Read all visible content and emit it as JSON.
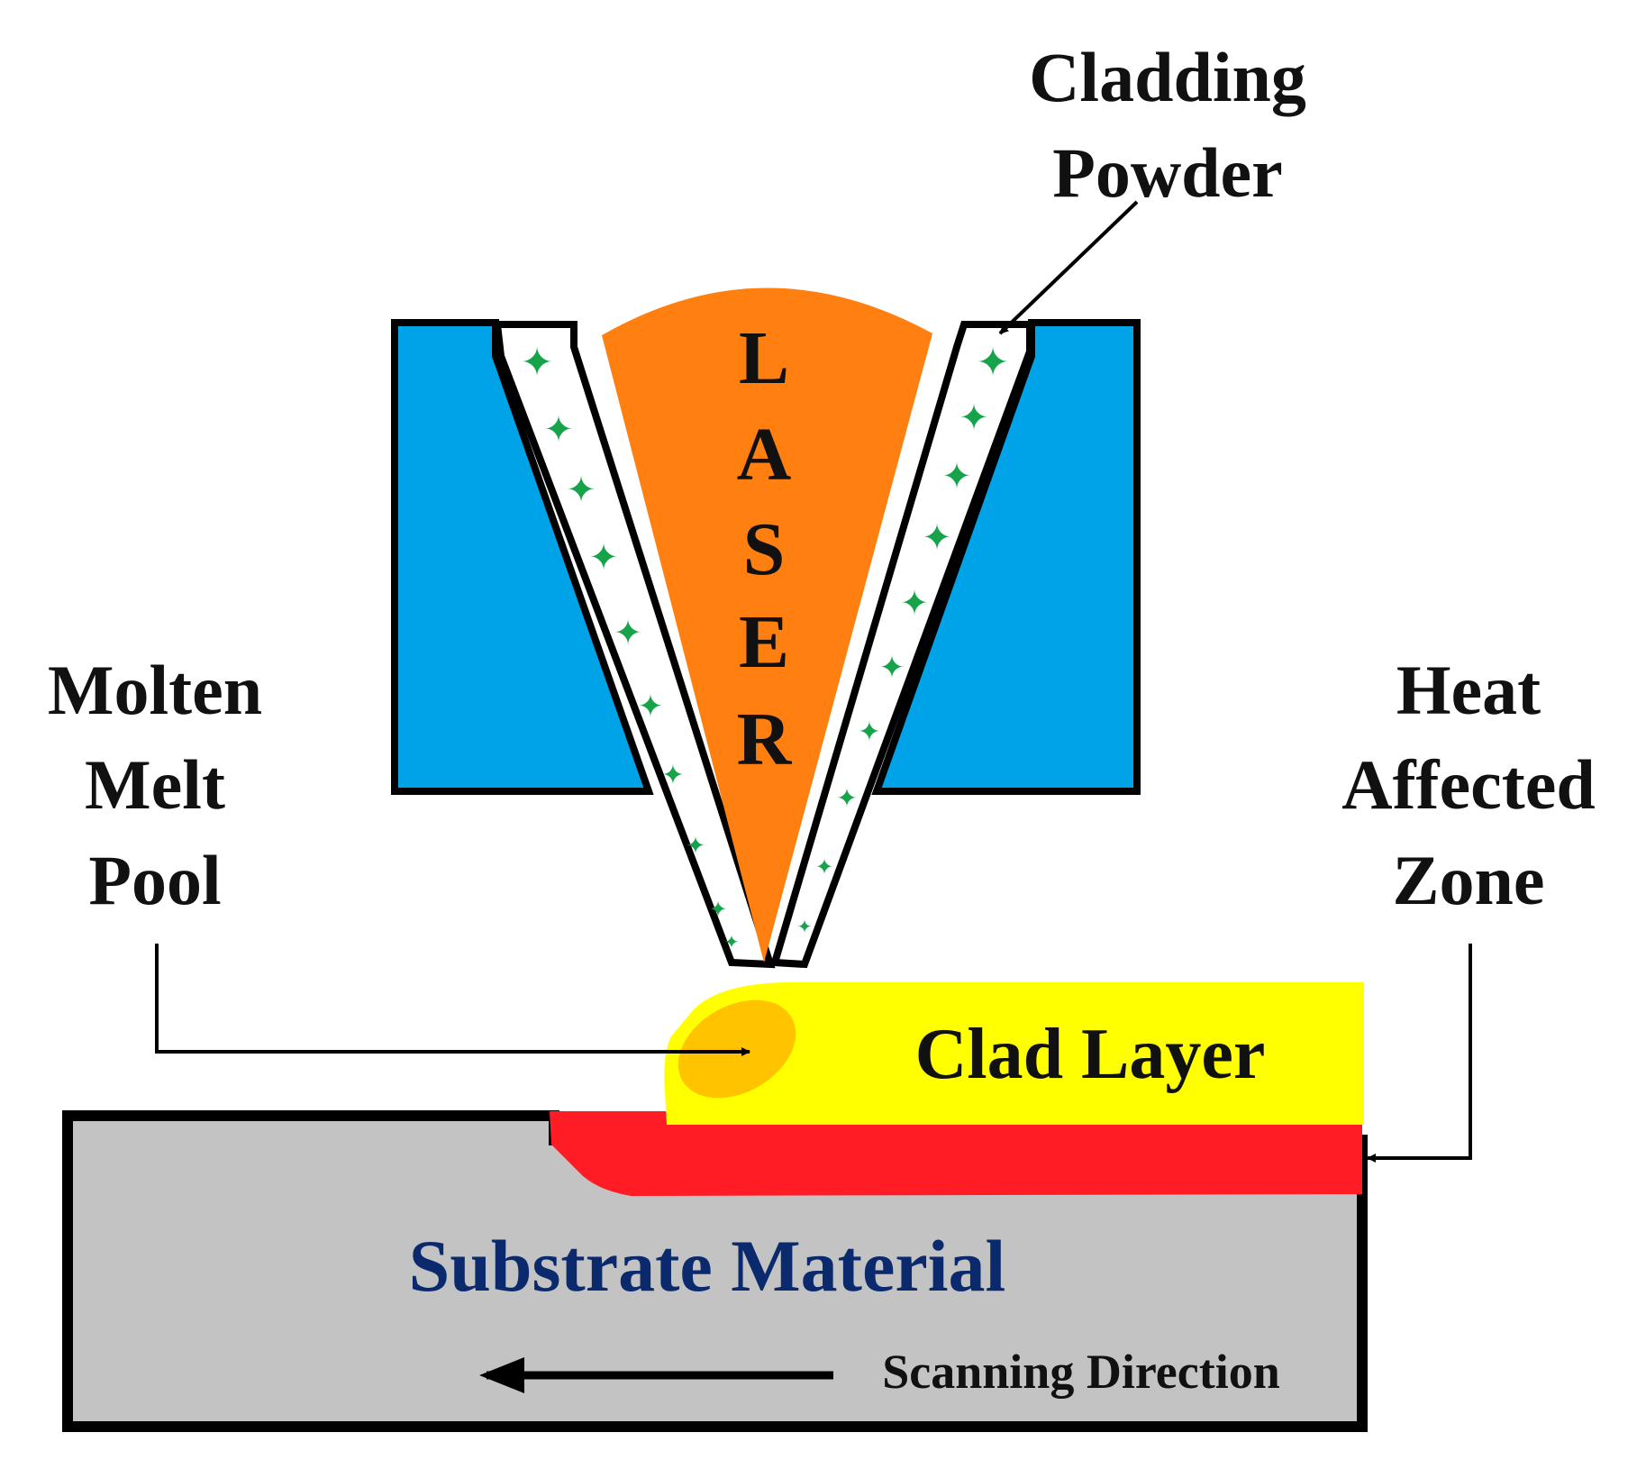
{
  "labels": {
    "cladding_powder_line1": "Cladding",
    "cladding_powder_line2": "Powder",
    "laser_letters": [
      "L",
      "A",
      "S",
      "E",
      "R"
    ],
    "molten_line1": "Molten",
    "molten_line2": "Melt",
    "molten_line3": "Pool",
    "haz_line1": "Heat",
    "haz_line2": "Affected",
    "haz_line3": "Zone",
    "clad_layer": "Clad Layer",
    "substrate": "Substrate Material",
    "scanning_direction": "Scanning Direction"
  },
  "colors": {
    "nozzle_body": "#00A2E8",
    "laser_beam": "#FF7F10",
    "powder_particles": "#16A34A",
    "clad_layer": "#FFFF00",
    "melt_pool": "#FFC000",
    "heat_affected_zone": "#FF1C24",
    "substrate": "#C3C3C3",
    "substrate_text": "#0B2A6E",
    "outline": "#000000"
  }
}
